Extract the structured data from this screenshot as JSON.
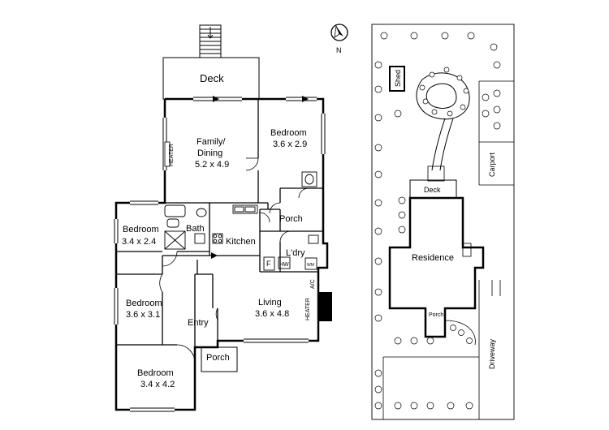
{
  "compass": {
    "letter": "N"
  },
  "floor_plan": {
    "rooms": [
      {
        "id": "deck",
        "name": "Deck"
      },
      {
        "id": "family",
        "name": "Family/",
        "name2": "Dining",
        "size": "5.2 x 4.9"
      },
      {
        "id": "bed1",
        "name": "Bedroom",
        "size": "3.6 x 2.9"
      },
      {
        "id": "bed2",
        "name": "Bedroom",
        "size": "3.4 x 2.4"
      },
      {
        "id": "bath",
        "name": "Bath"
      },
      {
        "id": "kitchen",
        "name": "Kitchen"
      },
      {
        "id": "porch1",
        "name": "Porch"
      },
      {
        "id": "laundry",
        "name": "L'dry"
      },
      {
        "id": "bed3",
        "name": "Bedroom",
        "size": "3.6 x 3.1"
      },
      {
        "id": "living",
        "name": "Living",
        "size": "3.6 x 4.8"
      },
      {
        "id": "entry",
        "name": "Entry"
      },
      {
        "id": "porch2",
        "name": "Porch"
      },
      {
        "id": "bed4",
        "name": "Bedroom",
        "size": "3.4 x 4.2"
      }
    ],
    "fixtures": {
      "heater1": "HEATER",
      "heater2": "HEATER",
      "ac": "A/C",
      "fridge": "F",
      "hw": "HW",
      "wm": "WM"
    }
  },
  "site_plan": {
    "labels": {
      "shed": "Shed",
      "deck": "Deck",
      "carport": "Carport",
      "residence": "Residence",
      "porch": "Porch",
      "driveway": "Driveway"
    }
  }
}
